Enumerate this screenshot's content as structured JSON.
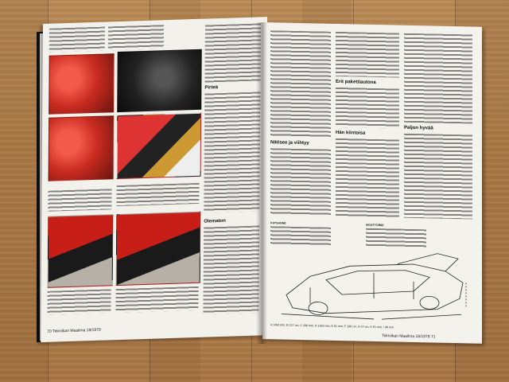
{
  "magazine": {
    "footer_left": "70   Tekniikan Maailma 18/1979",
    "footer_right": "Tekniikan Maailma 18/1979   71",
    "headings": [
      "Pirteä",
      "Nätisee ja viihtyy",
      "Olematon",
      "Erit pakettiautona",
      "Hän kiintoisa",
      "Paljon hyvää"
    ],
    "legend_left_title": "KATSANNE",
    "legend_right_title": "MOOTTORIIE",
    "dimension_caption": "A 1450 mm, B 127 cm, C 286 mm, D 1350 mm, E 61 mm, F 106 cm, G 47 cm, H 61 mm, I 98 mm"
  }
}
